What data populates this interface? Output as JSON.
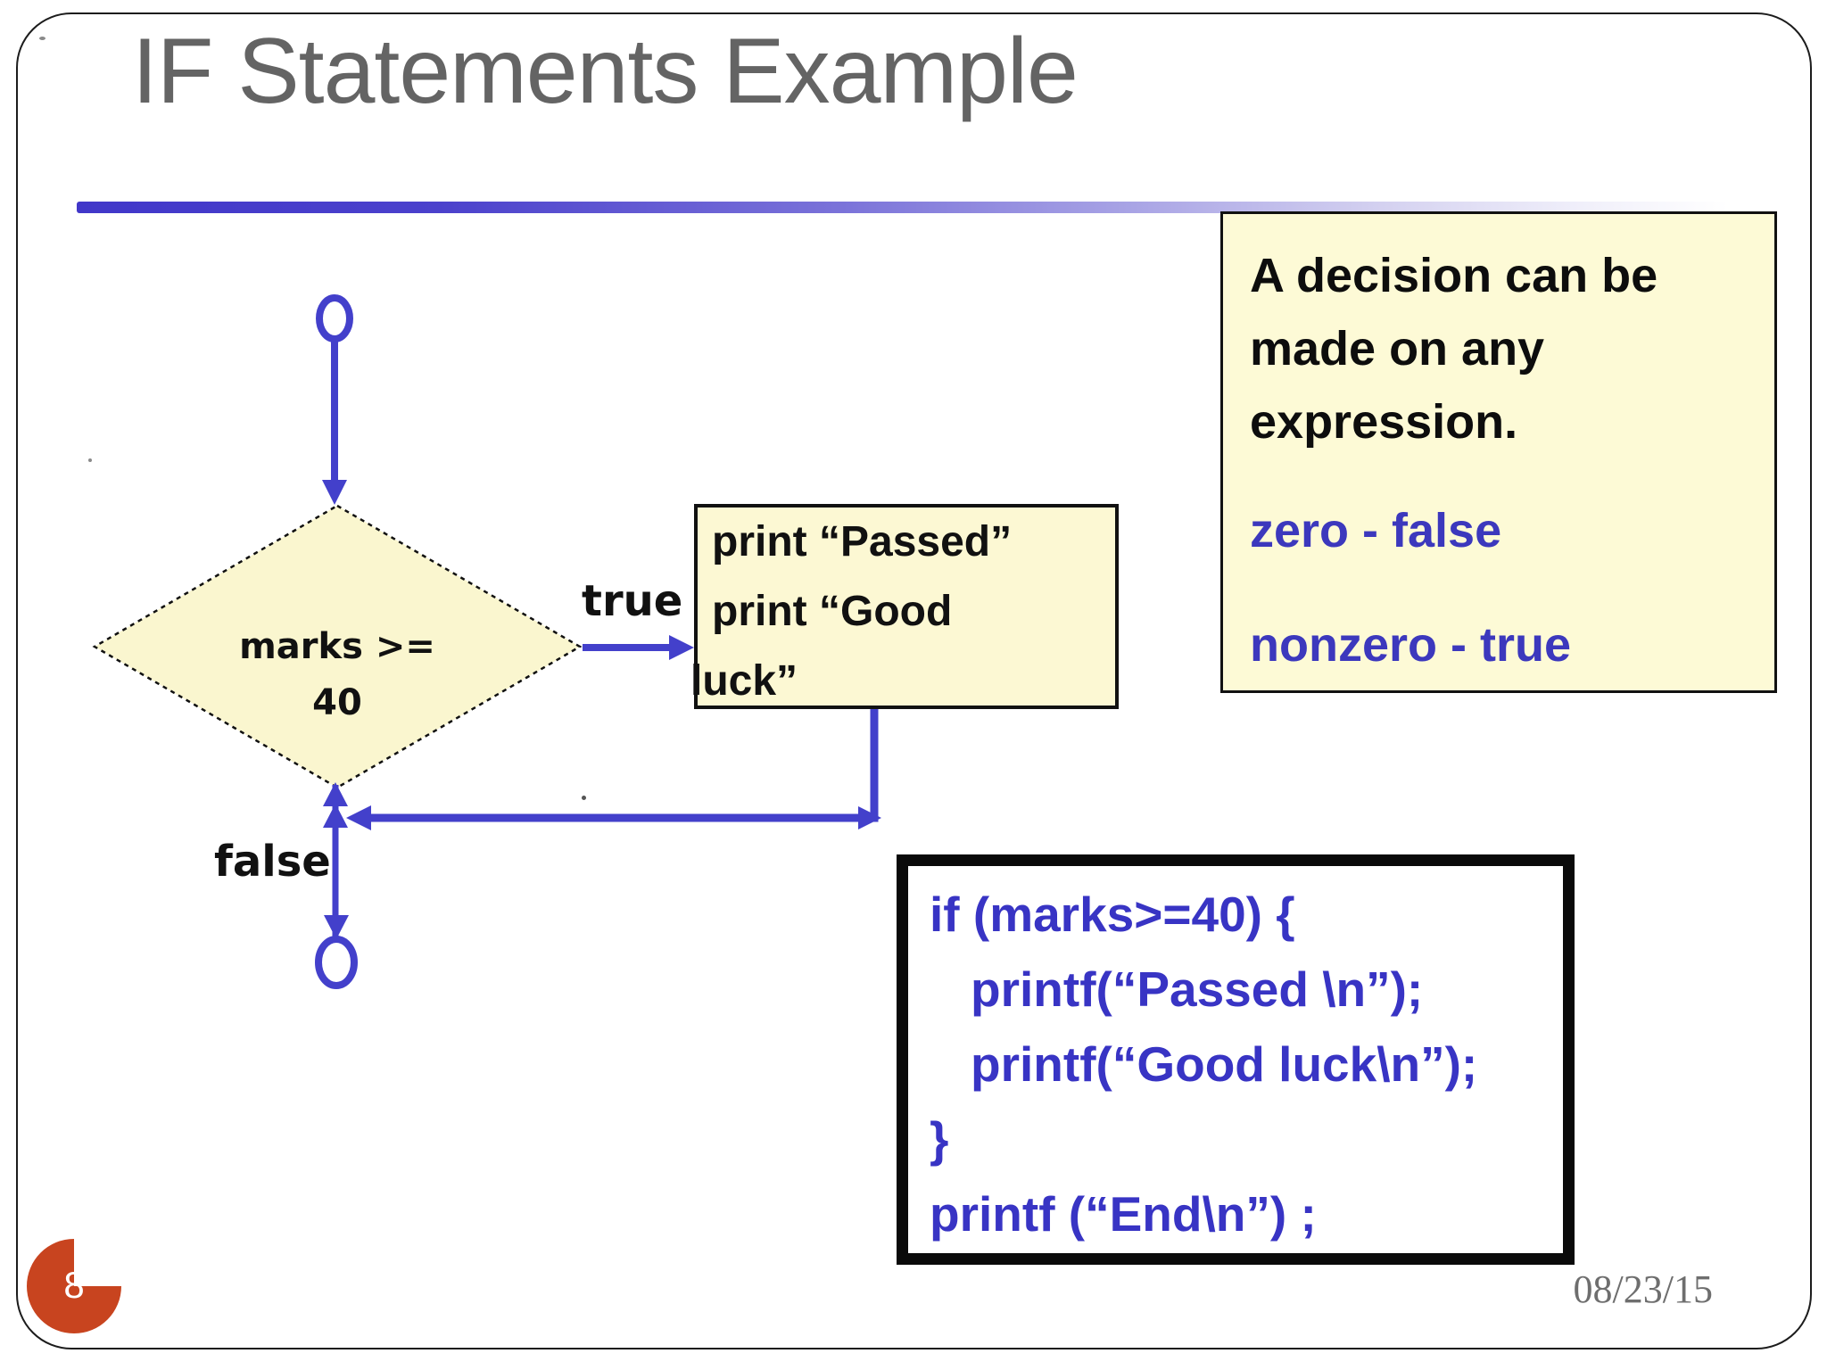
{
  "slide": {
    "title": "IF Statements Example",
    "page_number": "8",
    "date": "08/23/15"
  },
  "flowchart": {
    "decision_line1": "marks >=",
    "decision_line2": "40",
    "true_label": "true",
    "false_label": "false",
    "process_box": {
      "line1": "print “Passed”",
      "line2": "print “Good",
      "line3": "luck”"
    },
    "line_color": "#4340cb",
    "shape_fill": "#faf6cf"
  },
  "info_box": {
    "line1": "A decision can be",
    "line2": "made on any",
    "line3": "expression.",
    "zero_line": "zero - false",
    "nonzero_line": "nonzero - true",
    "background": "#fdfad6",
    "blue_text_color": "#3c38bd"
  },
  "code_box": {
    "lines": [
      "if (marks>=40)  {",
      "printf(“Passed \\n”);",
      "printf(“Good luck\\n”);",
      "}",
      "printf (“End\\n”) ;"
    ],
    "text_color": "#3834c4"
  },
  "footer": {
    "accent_color": "#c8441f"
  }
}
